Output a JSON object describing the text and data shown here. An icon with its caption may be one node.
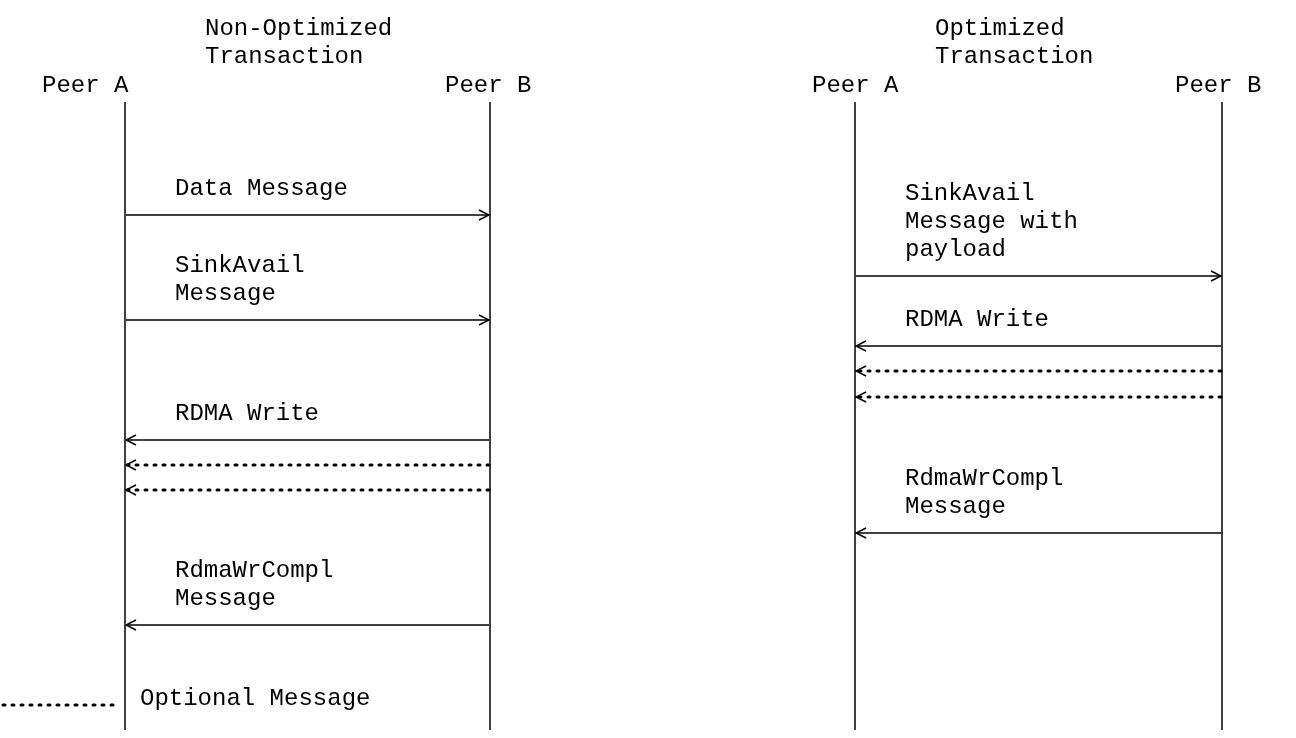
{
  "diagram": {
    "nodes": [
      {
        "text": [
          "Peer A"
        ]
      },
      {
        "text": [
          "Peer B"
        ]
      },
      {
        "text": [
          "Peer A"
        ]
      },
      {
        "text": [
          "Peer B"
        ]
      }
    ],
    "edges": [
      {
        "from": 0,
        "to": 1,
        "arrow": "to",
        "label": "Data Message"
      },
      {
        "from": 0,
        "to": 1,
        "arrow": "to",
        "label": "SinkAvail Message"
      },
      {
        "from": 1,
        "to": 0,
        "arrow": "to",
        "label": "RDMA Write"
      },
      {
        "from": 1,
        "to": 0,
        "arrow": "to",
        "style": "dashed"
      },
      {
        "from": 1,
        "to": 0,
        "arrow": "to",
        "style": "dashed"
      },
      {
        "from": 1,
        "to": 0,
        "arrow": "to",
        "label": "RdmaWrCompl Message"
      },
      {
        "from": 2,
        "to": 3,
        "arrow": "to",
        "label": "SinkAvail Message with payload"
      },
      {
        "from": 3,
        "to": 2,
        "arrow": "to",
        "label": "RDMA Write"
      },
      {
        "from": 3,
        "to": 2,
        "arrow": "to",
        "style": "dashed"
      },
      {
        "from": 3,
        "to": 2,
        "arrow": "to",
        "style": "dashed"
      },
      {
        "from": 3,
        "to": 2,
        "arrow": "to",
        "label": "RdmaWrCompl Message"
      }
    ],
    "labels": [
      "Non-Optimized Transaction",
      "Optimized Transaction"
    ],
    "legend": [
      {
        "text": "Optional Message"
      }
    ]
  }
}
